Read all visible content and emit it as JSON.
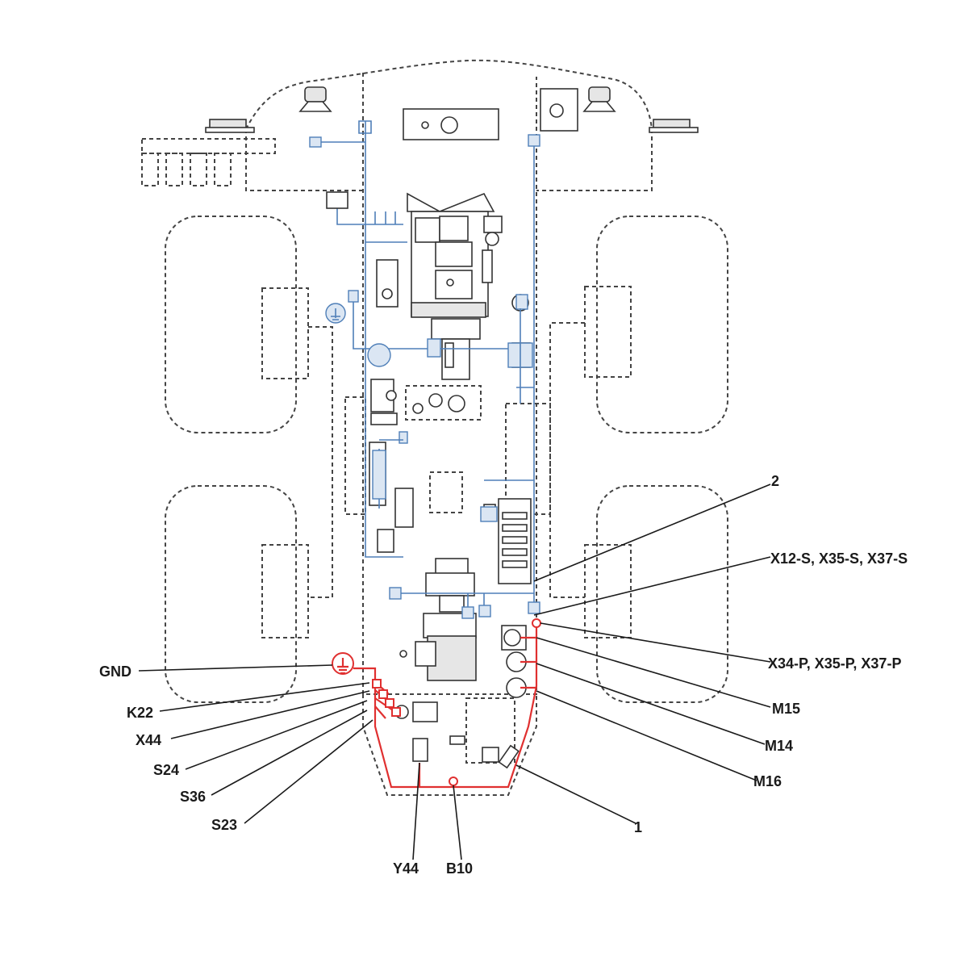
{
  "labels": {
    "gnd": "GND",
    "k22": "K22",
    "x44": "X44",
    "s24": "S24",
    "s36": "S36",
    "s23": "S23",
    "y44": "Y44",
    "b10": "B10",
    "one": "1",
    "two": "2",
    "x12s": "X12-S, X35-S, X37-S",
    "x34p": "X34-P, X35-P, X37-P",
    "m15": "M15",
    "m14": "M14",
    "m16": "M16"
  },
  "colors": {
    "highlight_harness": "#e03030",
    "other_harness": "#4f7fb8",
    "outline": "#444444"
  }
}
